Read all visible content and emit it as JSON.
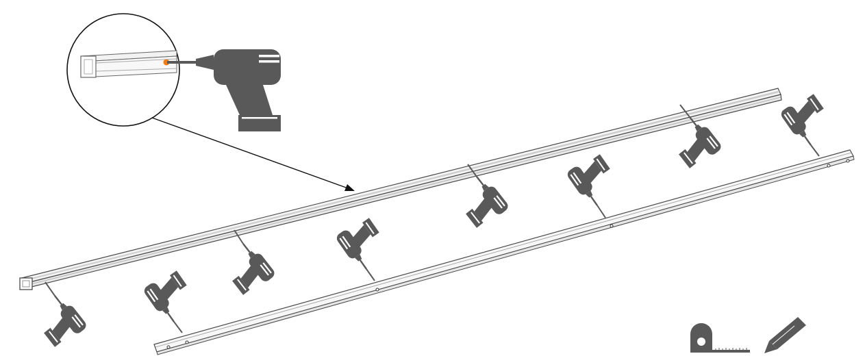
{
  "figure": {
    "kind": "assembly-instruction",
    "colors": {
      "tool": "#595959",
      "tool_stripe": "#ffffff",
      "rail_edge": "#4a4a4a",
      "rail_fill": "#f4f4f4",
      "rail_groove": "#d8d8d8",
      "leader": "#111111",
      "detail_ring": "#111111",
      "drill_point": "#f07c18"
    }
  },
  "steps": {
    "detail_callout": {
      "icon": "zoom-detail-circle",
      "shows": [
        "rail-end-profile",
        "drill"
      ]
    },
    "drill_operations": {
      "icon": "power-drill-icon",
      "count": 8
    },
    "tools_required": [
      "tape-measure-icon",
      "pencil-icon"
    ]
  }
}
